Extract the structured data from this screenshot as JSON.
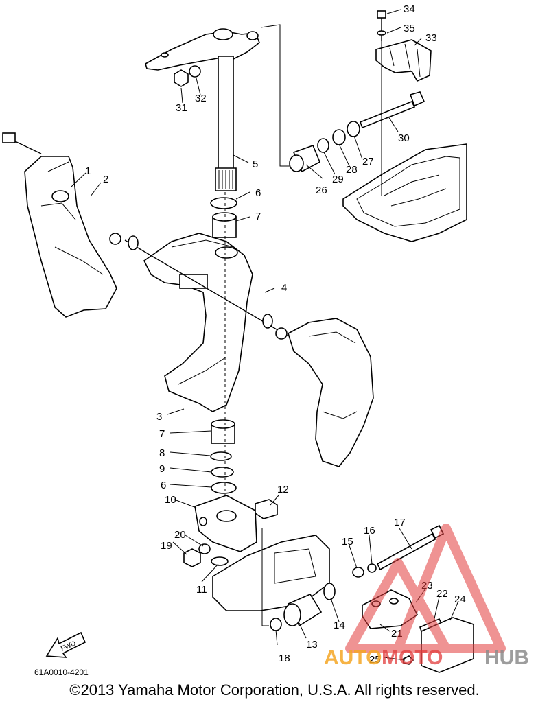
{
  "diagram": {
    "parts": [
      {
        "label": "1"
      },
      {
        "label": "2"
      },
      {
        "label": "3"
      },
      {
        "label": "4"
      },
      {
        "label": "5"
      },
      {
        "label": "6"
      },
      {
        "label": "6"
      },
      {
        "label": "7"
      },
      {
        "label": "7"
      },
      {
        "label": "8"
      },
      {
        "label": "9"
      },
      {
        "label": "10"
      },
      {
        "label": "11"
      },
      {
        "label": "12"
      },
      {
        "label": "13"
      },
      {
        "label": "14"
      },
      {
        "label": "15"
      },
      {
        "label": "16"
      },
      {
        "label": "17"
      },
      {
        "label": "18"
      },
      {
        "label": "19"
      },
      {
        "label": "20"
      },
      {
        "label": "21"
      },
      {
        "label": "22"
      },
      {
        "label": "23"
      },
      {
        "label": "24"
      },
      {
        "label": "25"
      },
      {
        "label": "26"
      },
      {
        "label": "27"
      },
      {
        "label": "28"
      },
      {
        "label": "29"
      },
      {
        "label": "30"
      },
      {
        "label": "31"
      },
      {
        "label": "32"
      },
      {
        "label": "33"
      },
      {
        "label": "34"
      },
      {
        "label": "35"
      }
    ],
    "fwd_label": "FWD",
    "ref_code": "61A0010-4201",
    "copyright": "©2013 Yamaha Motor Corporation, U.S.A. All rights reserved."
  },
  "watermark": {
    "text_auto": "AUTO",
    "text_moto": "MOTO",
    "text_hub": "HUB",
    "color_red": "#e23b3b",
    "color_orange": "#f5a623",
    "color_gray": "#8c8c8c"
  }
}
